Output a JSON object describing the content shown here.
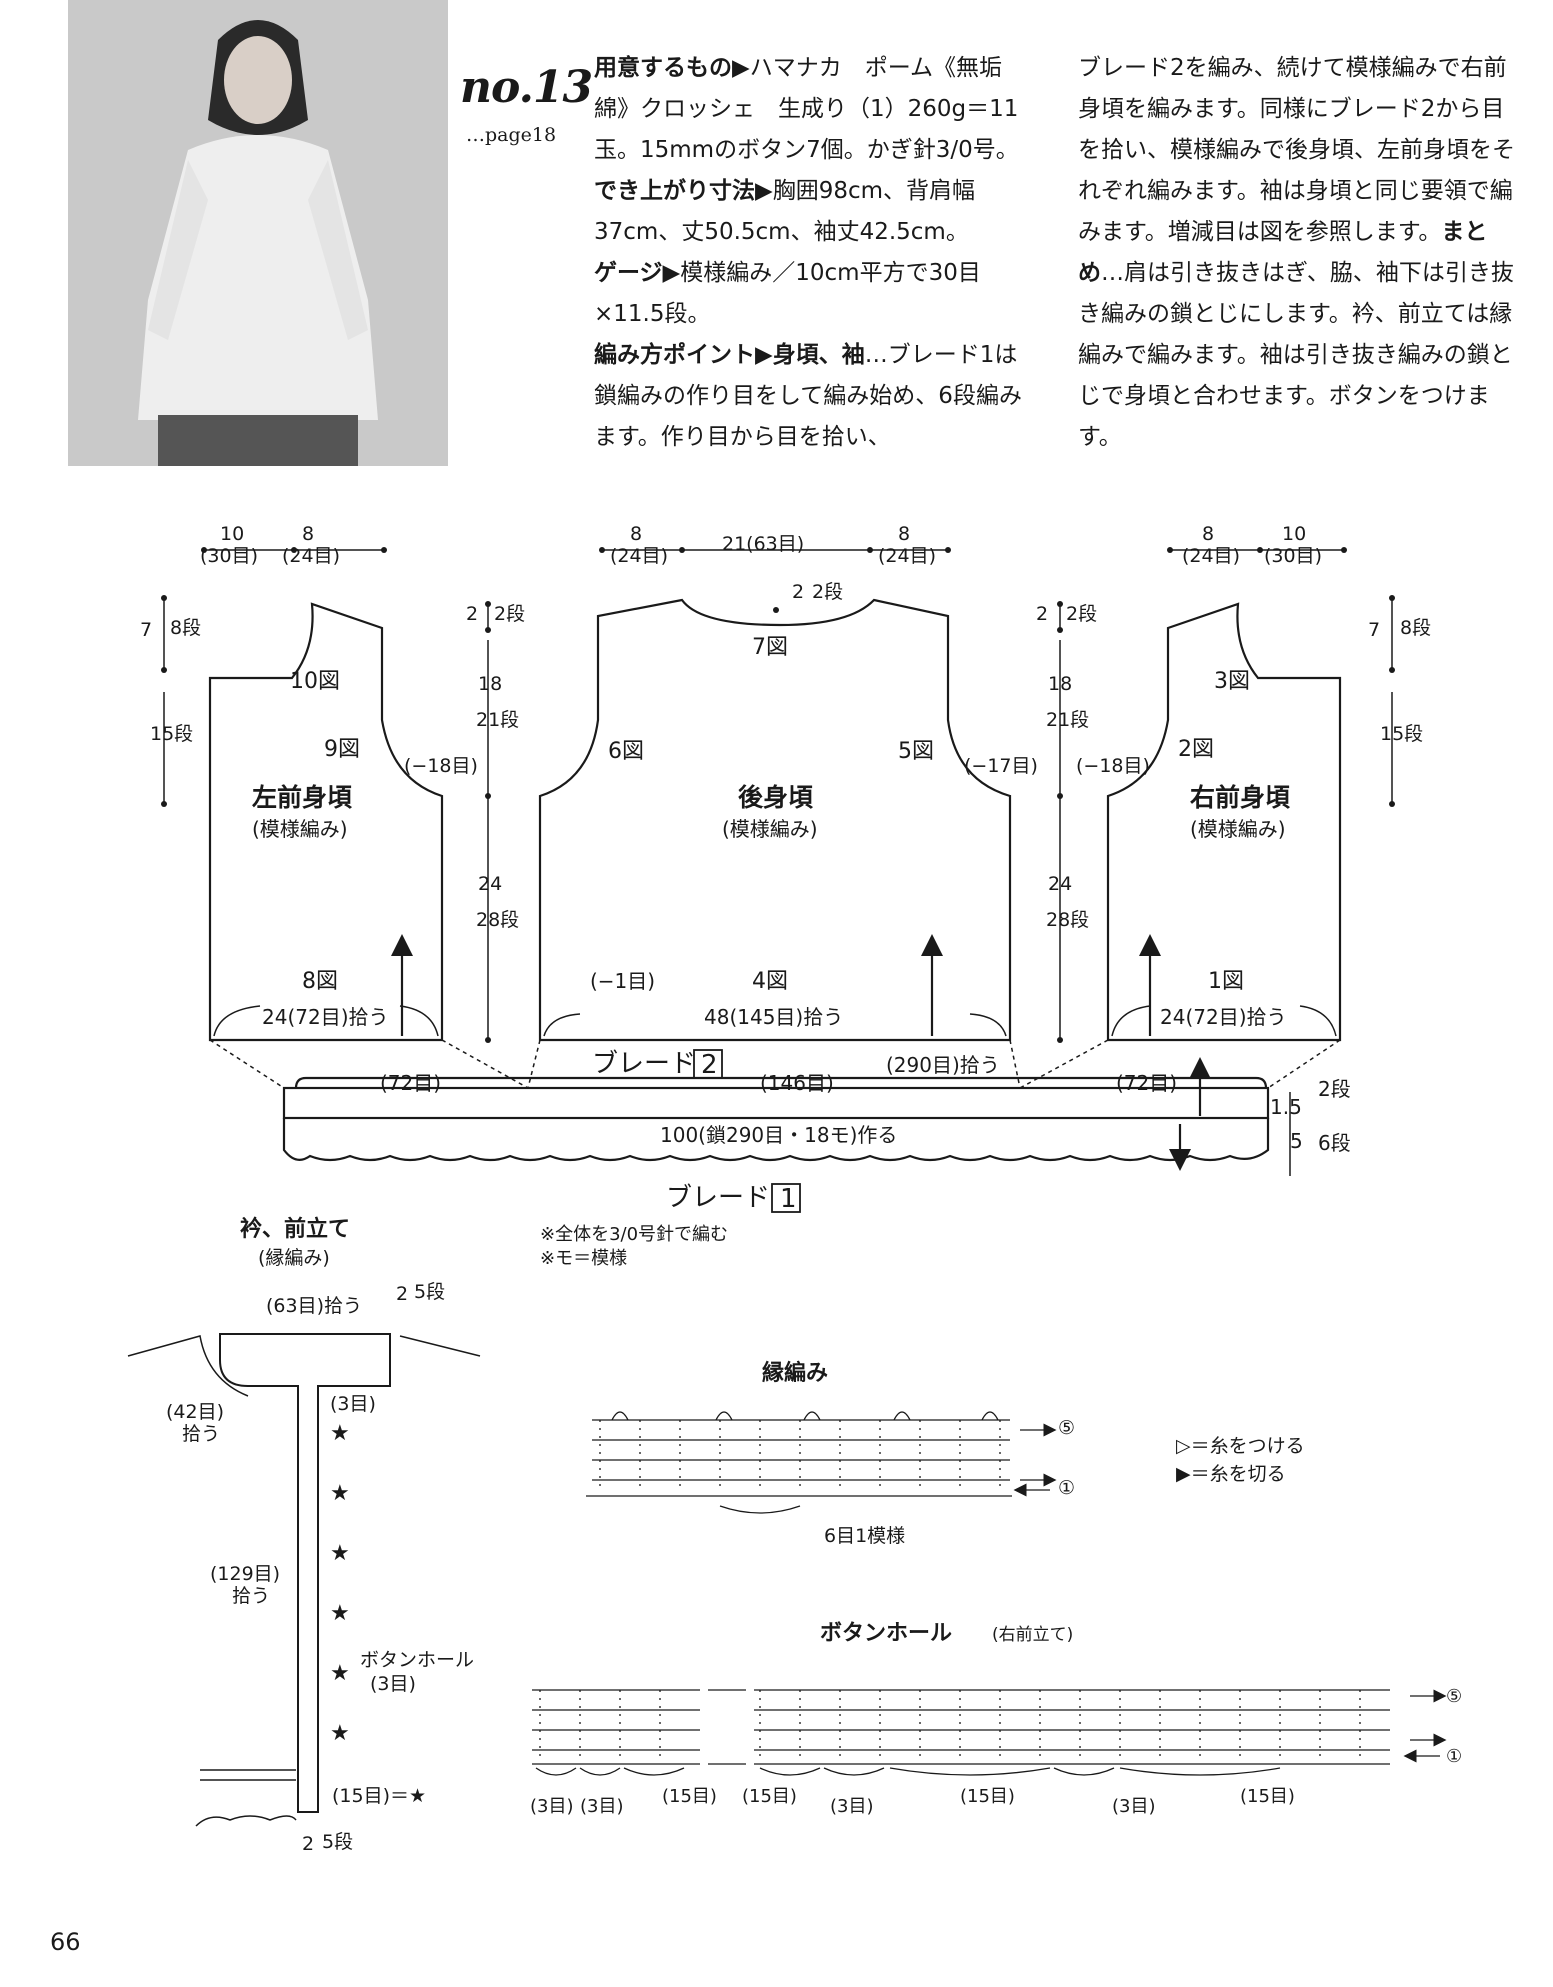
{
  "header": {
    "pattern_number": "no.13",
    "page_ref": "…page18"
  },
  "materials": {
    "label": "用意するもの",
    "text": "ハマナカ　ポーム《無垢綿》クロッシェ　生成り（1）260g＝11玉。15mmのボタン7個。かぎ針3/0号。"
  },
  "finished_size": {
    "label": "でき上がり寸法",
    "text": "胸囲98cm、背肩幅37cm、丈50.5cm、袖丈42.5cm。"
  },
  "gauge": {
    "label": "ゲージ",
    "text": "模様編み／10cm平方で30目×11.5段。"
  },
  "instructions": {
    "label": "編み方ポイント",
    "sub_label": "身頃、袖",
    "text_a": "…ブレード1は鎖編みの作り目をして編み始め、6段編みます。作り目から目を拾い、",
    "text_b": "ブレード2を編み、続けて模様編みで右前身頃を編みます。同様にブレード2から目を拾い、模様編みで後身頃、左前身頃をそれぞれ編みます。袖は身頃と同じ要領で編みます。増減目は図を参照します。",
    "finish_label": "まとめ",
    "finish_text": "…肩は引き抜きはぎ、脇、袖下は引き抜き編みの鎖とじにします。衿、前立ては縁編みで編みます。袖は引き抜き編みの鎖とじで身頃と合わせます。ボタンをつけます。"
  },
  "diagram": {
    "left_front": {
      "title": "左前身頃",
      "subtitle": "(模様編み)",
      "fig_top": "10図",
      "fig_mid": "9図",
      "fig_bottom": "8図",
      "pickup": "24(72目)拾う",
      "top_w1": "10",
      "top_w1_sts": "(30目)",
      "top_w2": "8",
      "top_w2_sts": "(24目)",
      "neck_h": "7",
      "neck_rows": "8段",
      "neck_rows2": "15段",
      "armhole": "(−18目)"
    },
    "back": {
      "title": "後身頃",
      "subtitle": "(模様編み)",
      "fig_top": "7図",
      "fig_left": "6図",
      "fig_right": "5図",
      "fig_bottom": "4図",
      "pickup": "48(145目)拾う",
      "dec": "(−1目)",
      "top_w1": "8",
      "top_w1_sts": "(24目)",
      "top_w2": "21(63目)",
      "top_w3": "8",
      "top_w3_sts": "(24目)",
      "neck_h": "2",
      "neck_rows": "2段",
      "armhole": "(−17目)"
    },
    "right_front": {
      "title": "右前身頃",
      "subtitle": "(模様編み)",
      "fig_top": "3図",
      "fig_mid": "2図",
      "fig_bottom": "1図",
      "pickup": "24(72目)拾う",
      "top_w1": "8",
      "top_w1_sts": "(24目)",
      "top_w2": "10",
      "top_w2_sts": "(30目)",
      "neck_h": "7",
      "neck_rows": "8段",
      "neck_rows2": "15段",
      "armhole": "(−18目)"
    },
    "side": {
      "shoulder": "2",
      "shoulder_rows": "2段",
      "armhole_h": "18",
      "armhole_rows": "21段",
      "body_h": "24",
      "body_rows": "28段"
    },
    "braid": {
      "braid2": "ブレード",
      "braid2_num": "2",
      "braid1": "ブレード",
      "braid1_num": "1",
      "seg_left": "(72目)",
      "seg_mid": "(146目)",
      "seg_pick": "(290目)拾う",
      "seg_right": "(72目)",
      "chain": "100(鎖290目・18モ)作る",
      "h2": "1.5",
      "h2_rows": "2段",
      "h1": "5",
      "h1_rows": "6段"
    },
    "notes": [
      "※全体を3/0号針で編む",
      "※モ＝模様"
    ],
    "collar": {
      "title": "衿、前立て",
      "subtitle": "(縁編み)",
      "top_pick": "(63目)拾う",
      "top_h": "2",
      "top_rows": "5段",
      "neck_pick": "(42目)",
      "neck_pick2": "拾う",
      "sts3": "(3目)",
      "front_pick": "(129目)",
      "front_pick2": "拾う",
      "buttonhole": "ボタンホール",
      "buttonhole_sts": "(3目)",
      "star": "(15目)＝★",
      "bottom_h": "2",
      "bottom_rows": "5段"
    },
    "edging": {
      "title": "縁編み",
      "repeat": "6目1模様",
      "row5": "⑤",
      "row1": "①",
      "legend_join": "▷＝糸をつける",
      "legend_cut": "▶＝糸を切る"
    },
    "buttonhole_chart": {
      "title": "ボタンホール",
      "title_sub": "(右前立て)",
      "row5": "⑤",
      "row1": "①",
      "labels": [
        "(3目)",
        "(3目)",
        "(15目)",
        "(15目)",
        "(3目)",
        "(15目)",
        "(3目)",
        "(15目)"
      ]
    }
  },
  "page_number": "66"
}
